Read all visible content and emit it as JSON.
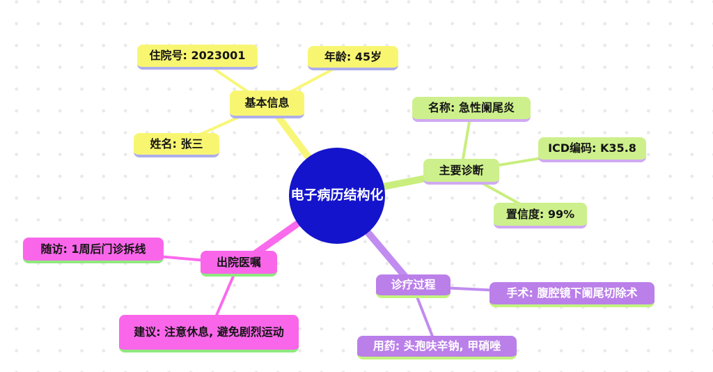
{
  "root": {
    "label": "电子病历结构化",
    "color": "#1414cc",
    "text_color": "#ffffff"
  },
  "branches": [
    {
      "label": "基本信息",
      "fill": "#f8f671",
      "underline": "#aeaeea",
      "text_color": "#141414",
      "children": [
        {
          "label": "住院号: 2023001"
        },
        {
          "label": "年龄: 45岁"
        },
        {
          "label": "姓名: 张三"
        }
      ]
    },
    {
      "label": "主要诊断",
      "fill": "#cdf08c",
      "underline": "#cfa9f2",
      "text_color": "#141414",
      "children": [
        {
          "label": "名称: 急性阑尾炎"
        },
        {
          "label": "ICD编码: K35.8"
        },
        {
          "label": "置信度: 99%"
        }
      ]
    },
    {
      "label": "出院医嘱",
      "fill": "#f966ea",
      "underline": "#8fe97f",
      "text_color": "#141414",
      "children": [
        {
          "label": "随访: 1周后门诊拆线"
        },
        {
          "label": "建议: 注意休息, 避免剧烈运动"
        }
      ]
    },
    {
      "label": "诊疗过程",
      "fill": "#ba7fe9",
      "underline": "#c3f380",
      "text_color": "#ffffff",
      "children": [
        {
          "label": "手术: 腹腔镜下阑尾切除术"
        },
        {
          "label": "用药: 头孢呋辛钠, 甲硝唑"
        }
      ]
    }
  ]
}
